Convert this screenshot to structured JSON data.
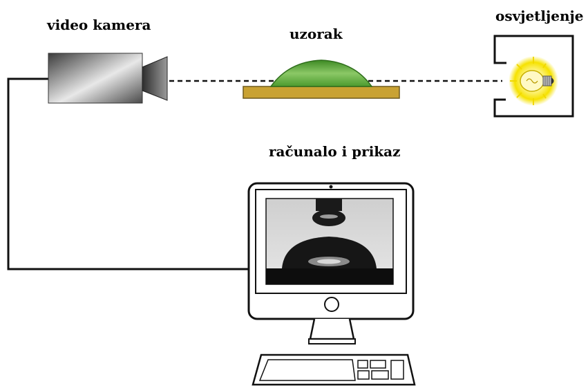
{
  "labels": {
    "camera": "video kamera",
    "sample": "uzorak",
    "light": "osvjetljenje",
    "computer": "računalo i prikaz"
  },
  "icons": {
    "camera": "video-camera-icon",
    "light": "light-bulb-icon",
    "computer": "desktop-computer-icon",
    "keyboard": "keyboard-icon"
  },
  "colors": {
    "sample_drop": "#5fa83a",
    "substrate": "#c9a233",
    "bulb_glow": "#f6e200",
    "line": "#111111"
  }
}
